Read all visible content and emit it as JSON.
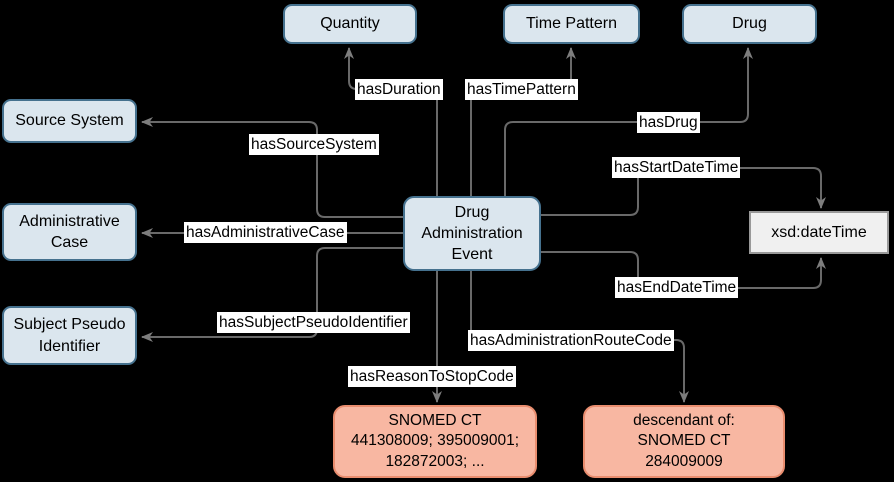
{
  "styles": {
    "entity_fill": "#dbe6ee",
    "entity_stroke": "#45718e",
    "datatype_fill": "#f0f0f0",
    "datatype_stroke": "#999999",
    "code_fill": "#f8b7a2",
    "code_stroke": "#e98d6f",
    "edge_color": "#696969",
    "arrow_fill": "#7d7d7d",
    "edge_label_bg": "#ffffff",
    "edge_label_color": "#000000",
    "node_text": "#000000",
    "canvas_bg": "#000000"
  },
  "nodes": {
    "quantity": {
      "label": "Quantity"
    },
    "time_pattern": {
      "label": "Time Pattern"
    },
    "drug": {
      "label": "Drug"
    },
    "source_system": {
      "label": "Source System"
    },
    "administrative_case": {
      "label": "Administrative\nCase"
    },
    "subject_pseudo_identifier": {
      "label": "Subject Pseudo\nIdentifier"
    },
    "drug_administration_event": {
      "label": "Drug\nAdministration\nEvent"
    },
    "xsd_datetime": {
      "label": "xsd:dateTime"
    },
    "snomed_reason": {
      "label": "SNOMED CT\n441308009; 395009001;\n182872003; ..."
    },
    "snomed_route": {
      "label": "descendant of:\nSNOMED CT\n284009009"
    }
  },
  "edges": [
    {
      "label": "hasDuration",
      "from": "drug_administration_event",
      "to": "quantity"
    },
    {
      "label": "hasTimePattern",
      "from": "drug_administration_event",
      "to": "time_pattern"
    },
    {
      "label": "hasDrug",
      "from": "drug_administration_event",
      "to": "drug"
    },
    {
      "label": "hasSourceSystem",
      "from": "drug_administration_event",
      "to": "source_system"
    },
    {
      "label": "hasAdministrativeCase",
      "from": "drug_administration_event",
      "to": "administrative_case"
    },
    {
      "label": "hasSubjectPseudoIdentifier",
      "from": "drug_administration_event",
      "to": "subject_pseudo_identifier"
    },
    {
      "label": "hasStartDateTime",
      "from": "drug_administration_event",
      "to": "xsd_datetime"
    },
    {
      "label": "hasEndDateTime",
      "from": "drug_administration_event",
      "to": "xsd_datetime"
    },
    {
      "label": "hasReasonToStopCode",
      "from": "drug_administration_event",
      "to": "snomed_reason"
    },
    {
      "label": "hasAdministrationRouteCode",
      "from": "drug_administration_event",
      "to": "snomed_route"
    }
  ]
}
